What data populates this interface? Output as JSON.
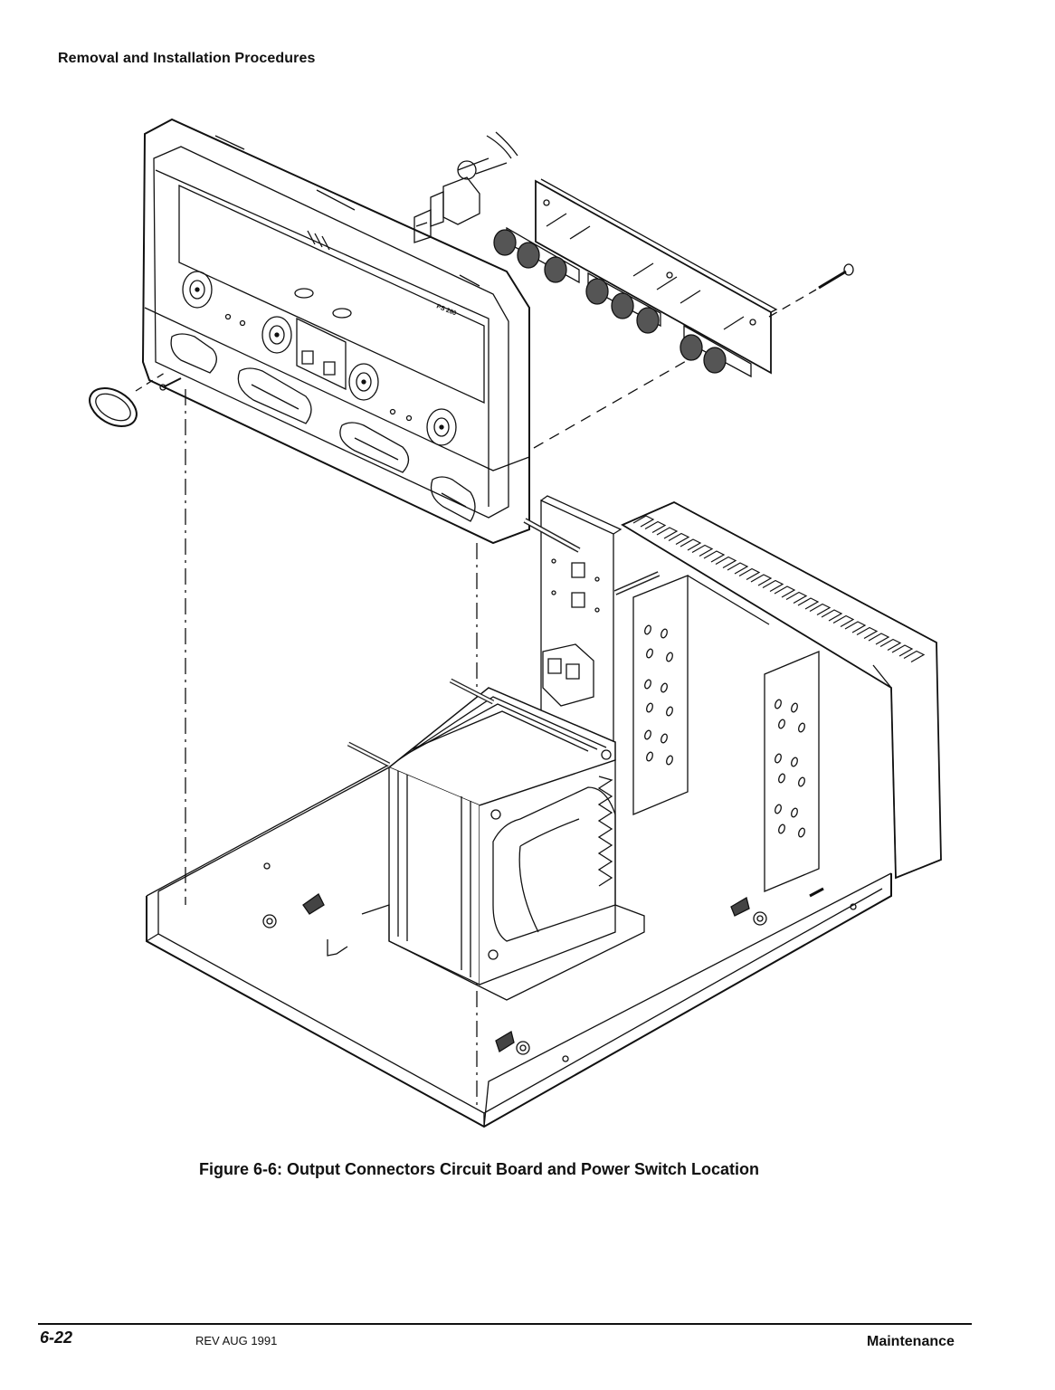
{
  "header": {
    "title": "Removal and Installation Procedures"
  },
  "figure": {
    "caption": "Figure 6-6: Output Connectors Circuit Board and Power Switch Location",
    "front_panel_label": "PS 280"
  },
  "footer": {
    "page_number": "6-22",
    "revision": "REV AUG 1991",
    "section": "Maintenance"
  }
}
